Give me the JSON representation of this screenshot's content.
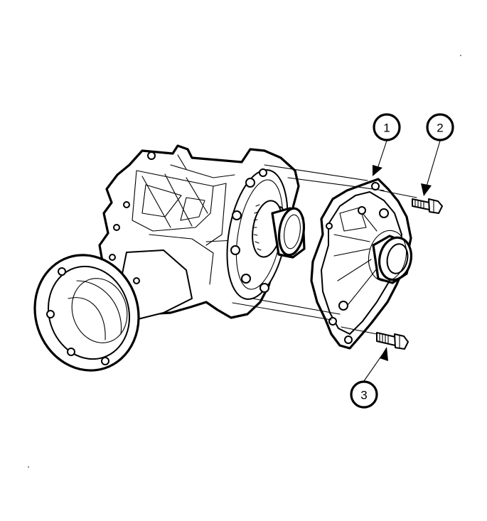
{
  "colors": {
    "ink": "#000000",
    "paper": "#ffffff"
  },
  "callouts": [
    {
      "label": "1"
    },
    {
      "label": "2"
    },
    {
      "label": "3"
    }
  ]
}
